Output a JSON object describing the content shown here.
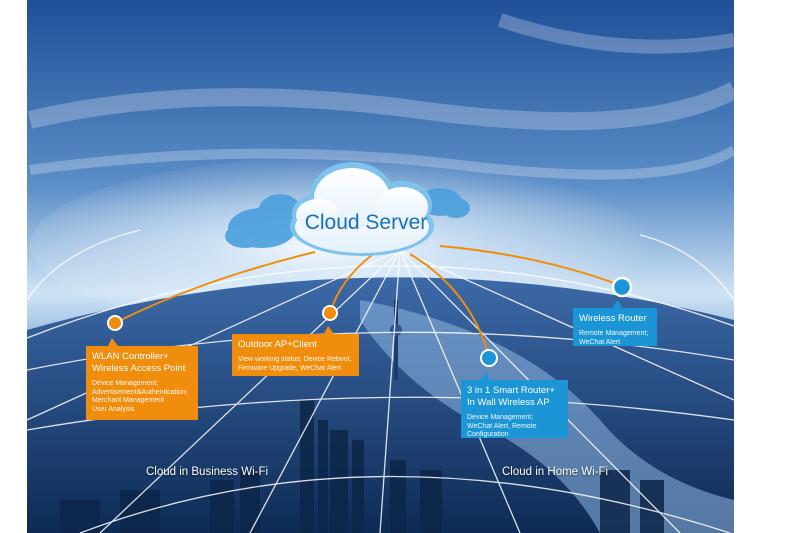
{
  "server": {
    "label": "Cloud Server"
  },
  "nodes": [
    {
      "id": "wlan",
      "title": [
        "WLAN Controller+",
        "Wireless Access Point"
      ],
      "desc": [
        "Device Management;",
        "Advertisement&Authentication;",
        "Merchant Management",
        "User Analysis"
      ],
      "color": "#f08d0c"
    },
    {
      "id": "outdoor",
      "title": [
        "Outdoor AP+Client"
      ],
      "desc": [
        "View working status; Device Reboot,",
        "Firmware Upgrade, WeChat Alert"
      ],
      "color": "#f08d0c"
    },
    {
      "id": "smart",
      "title": [
        "3 in 1 Smart Router+",
        "In Wall Wireless AP"
      ],
      "desc": [
        "Device Management;",
        "WeChat Alert, Remote",
        "Configuration"
      ],
      "color": "#1b95d6"
    },
    {
      "id": "router",
      "title": [
        "Wireless Router"
      ],
      "desc": [
        "Remote Management;",
        "WeChat Alert"
      ],
      "color": "#1b95d6"
    }
  ],
  "captions": {
    "business": "Cloud in Business Wi-Fi",
    "home": "Cloud in Home Wi-Fi"
  },
  "colors": {
    "orange": "#f08d0c",
    "blue": "#1b95d6",
    "cloud_text": "#1a6fba"
  }
}
